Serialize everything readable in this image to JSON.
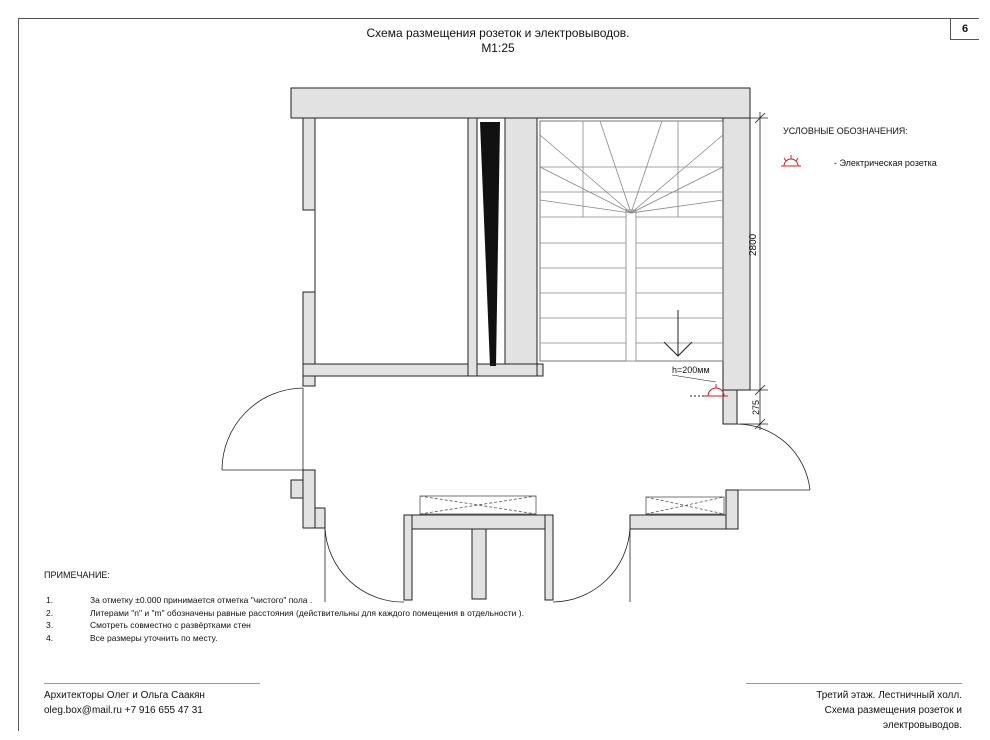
{
  "page_number": "6",
  "title": {
    "line1": "Схема размещения розеток и электровыводов.",
    "line2": "М1:25"
  },
  "legend": {
    "title": "УСЛОВНЫЕ ОБОЗНАЧЕНИЯ:",
    "items": [
      {
        "icon": "electrical-outlet-icon",
        "label": "- Электрическая розетка",
        "color": "#d02020"
      }
    ]
  },
  "dimensions": {
    "wall_height": "2800",
    "offset": "275",
    "outlet_height": "h=200мм"
  },
  "notes": {
    "title": "ПРИМЕЧАНИЕ:",
    "items": [
      {
        "num": "1.",
        "text": "За отметку ±0.000 принимается отметка \"чистого\" пола ."
      },
      {
        "num": "2.",
        "text": "Литерами \"n\" и \"m\" обозначены равные расстояния  (действительны для каждого помещения в отдельности )."
      },
      {
        "num": "3.",
        "text": "Смотреть совместно с развёртками стен"
      },
      {
        "num": "4.",
        "text": "Все размеры уточнить по месту."
      }
    ]
  },
  "footer": {
    "left_line1": "Архитекторы Олег и Ольга Саакян",
    "left_line2": "oleg.box@mail.ru  +7 916 655 47 31",
    "right_line1": "Третий этаж. Лестничный холл.",
    "right_line2": "Схема размещения розеток и электровыводов."
  },
  "colors": {
    "wall": "#e2e2e2",
    "line": "#222222",
    "accent": "#d02020"
  }
}
